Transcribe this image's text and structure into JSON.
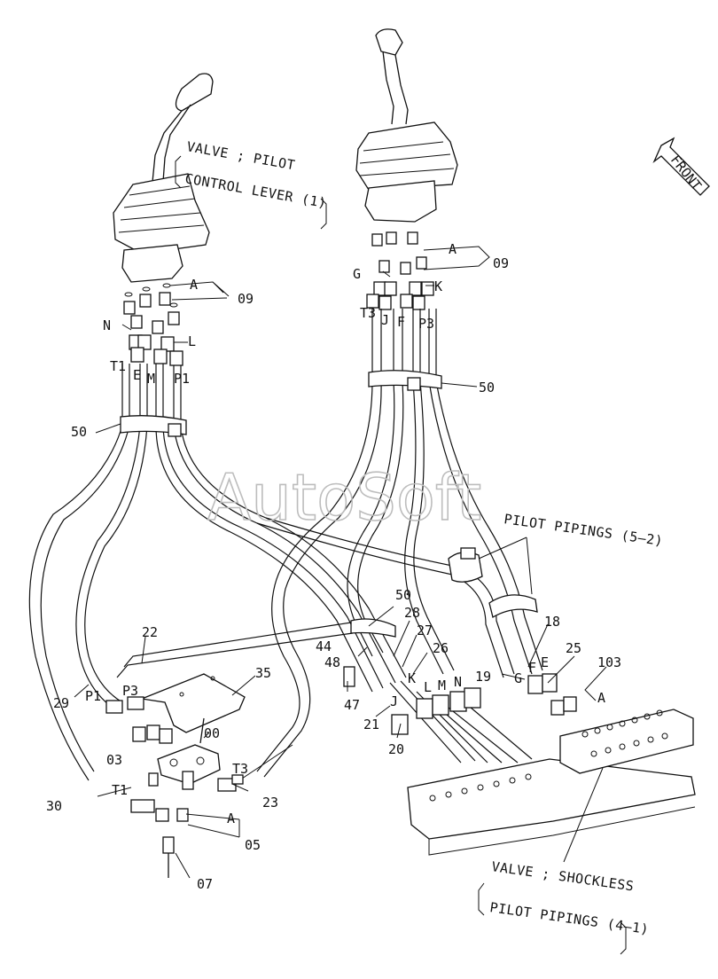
{
  "watermark": "AutoSoft",
  "front_label": "FRONT",
  "callouts": {
    "valve_pilot_title": "VALVE ; PILOT",
    "control_lever": "CONTROL LEVER (1)",
    "pilot_pipings_5_2": "PILOT PIPINGS (5–2)",
    "valve_shockless_title": "VALVE ; SHOCKLESS",
    "pilot_pipings_4_1": "PILOT PIPINGS (4–1)"
  },
  "ports_left": {
    "a": "A",
    "n": "N",
    "l": "L",
    "t1": "T1",
    "e": "E",
    "m": "M",
    "p1": "P1"
  },
  "ports_right": {
    "a": "A",
    "g": "G",
    "k": "K",
    "t3": "T3",
    "j": "J",
    "f": "F",
    "p3": "P3"
  },
  "ports_lower": {
    "p3": "P3",
    "p1": "P1",
    "t1": "T1",
    "t3": "T3",
    "a": "A",
    "k": "K",
    "l": "L",
    "m": "M",
    "n": "N",
    "j": "J",
    "g": "G",
    "f": "F",
    "e": "E",
    "a2": "A"
  },
  "part_numbers": {
    "p09_left": "09",
    "p09_right": "09",
    "p50_left": "50",
    "p50_right": "50",
    "p50_mid": "50",
    "p22": "22",
    "p35": "35",
    "p29": "29",
    "p00": "00",
    "p03": "03",
    "p30": "30",
    "p23": "23",
    "p05": "05",
    "p07": "07",
    "p44": "44",
    "p48": "48",
    "p47": "47",
    "p28": "28",
    "p27": "27",
    "p26": "26",
    "p21": "21",
    "p20": "20",
    "p18": "18",
    "p19": "19",
    "p25": "25",
    "p103": "103"
  }
}
